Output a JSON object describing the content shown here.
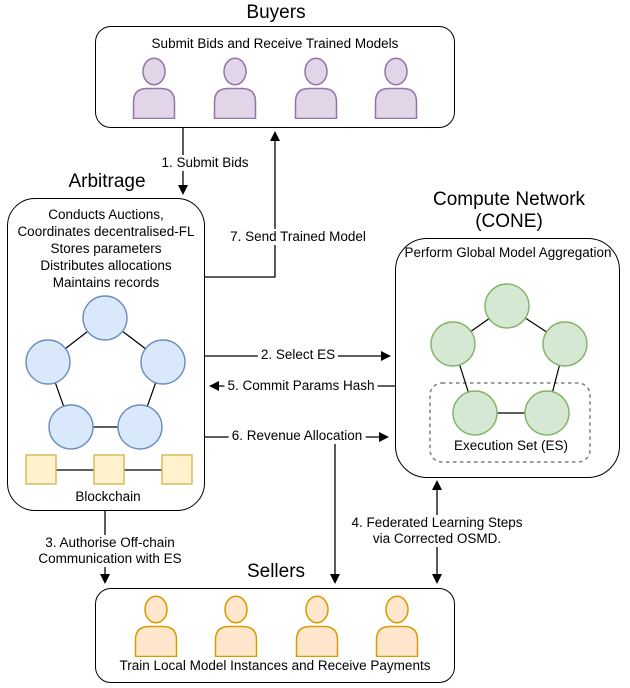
{
  "diagram": {
    "buyers": {
      "title": "Buyers",
      "subtitle": "Submit Bids and Receive Trained Models",
      "person_icon": "person-silhouette",
      "person_count": 4
    },
    "arbitrage": {
      "title": "Arbitrage",
      "description_lines": [
        "Conducts Auctions,",
        "Coordinates decentralised-FL",
        "Stores parameters",
        "Distributes allocations",
        "Maintains records"
      ],
      "network_node_count": 5,
      "blockchain_label": "Blockchain",
      "blockchain_block_count": 3
    },
    "cone": {
      "title_line1": "Compute Network",
      "title_line2": "(CONE)",
      "subtitle": "Perform Global Model Aggregation",
      "network_node_count": 5,
      "execution_set_label": "Execution Set (ES)"
    },
    "sellers": {
      "title": "Sellers",
      "subtitle": "Train Local Model Instances and Receive Payments",
      "person_icon": "person-silhouette",
      "person_count": 4
    },
    "edges": {
      "submit_bids": "1. Submit Bids",
      "select_es": "2. Select ES",
      "authorise_line1": "3. Authorise Off-chain",
      "authorise_line2": "Communication with ES",
      "federated_line1": "4. Federated Learning Steps",
      "federated_line2": "via Corrected OSMD.",
      "commit_params": "5. Commit Params Hash",
      "revenue_allocation": "6. Revenue Allocation",
      "send_trained_model": "7. Send Trained Model"
    },
    "colors": {
      "buyer_fill": "#E1D5E7",
      "buyer_stroke": "#9673A6",
      "blue_fill": "#DAE8FC",
      "blue_stroke": "#6C8EBF",
      "yellow_fill": "#FFF2CC",
      "yellow_stroke": "#D6B656",
      "green_fill": "#D5E8D4",
      "green_stroke": "#82B366",
      "seller_fill": "#FFE6CC",
      "seller_stroke": "#D79B00",
      "connector": "#000000",
      "dashed_border": "#7F7F7F"
    }
  }
}
